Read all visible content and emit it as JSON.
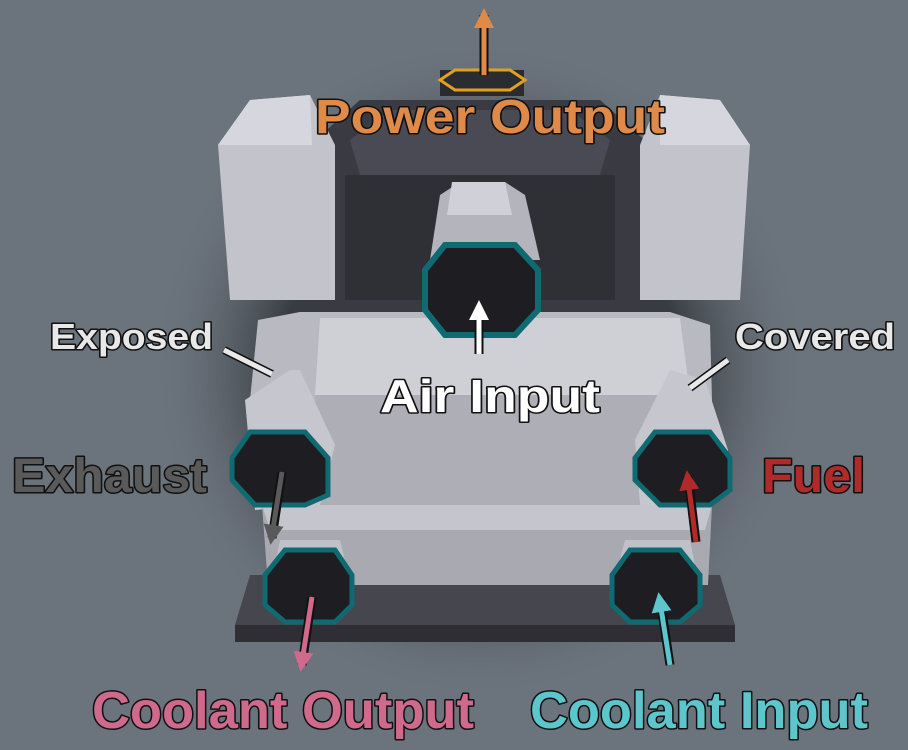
{
  "labels": {
    "power_output": "Power Output",
    "air_input": "Air Input",
    "exposed": "Exposed",
    "covered": "Covered",
    "exhaust": "Exhaust",
    "fuel": "Fuel",
    "coolant_output": "Coolant Output",
    "coolant_input": "Coolant Input"
  },
  "colors": {
    "background": "#6b737c",
    "power_output": "#e08a4a",
    "air_input": "#ffffff",
    "exposed_covered": "#e8e8e8",
    "exhaust": "#5a5a5a",
    "fuel": "#b02a2a",
    "coolant_output": "#d06a8c",
    "coolant_input": "#5cc6cc",
    "port_ring": "#0f6a72"
  }
}
